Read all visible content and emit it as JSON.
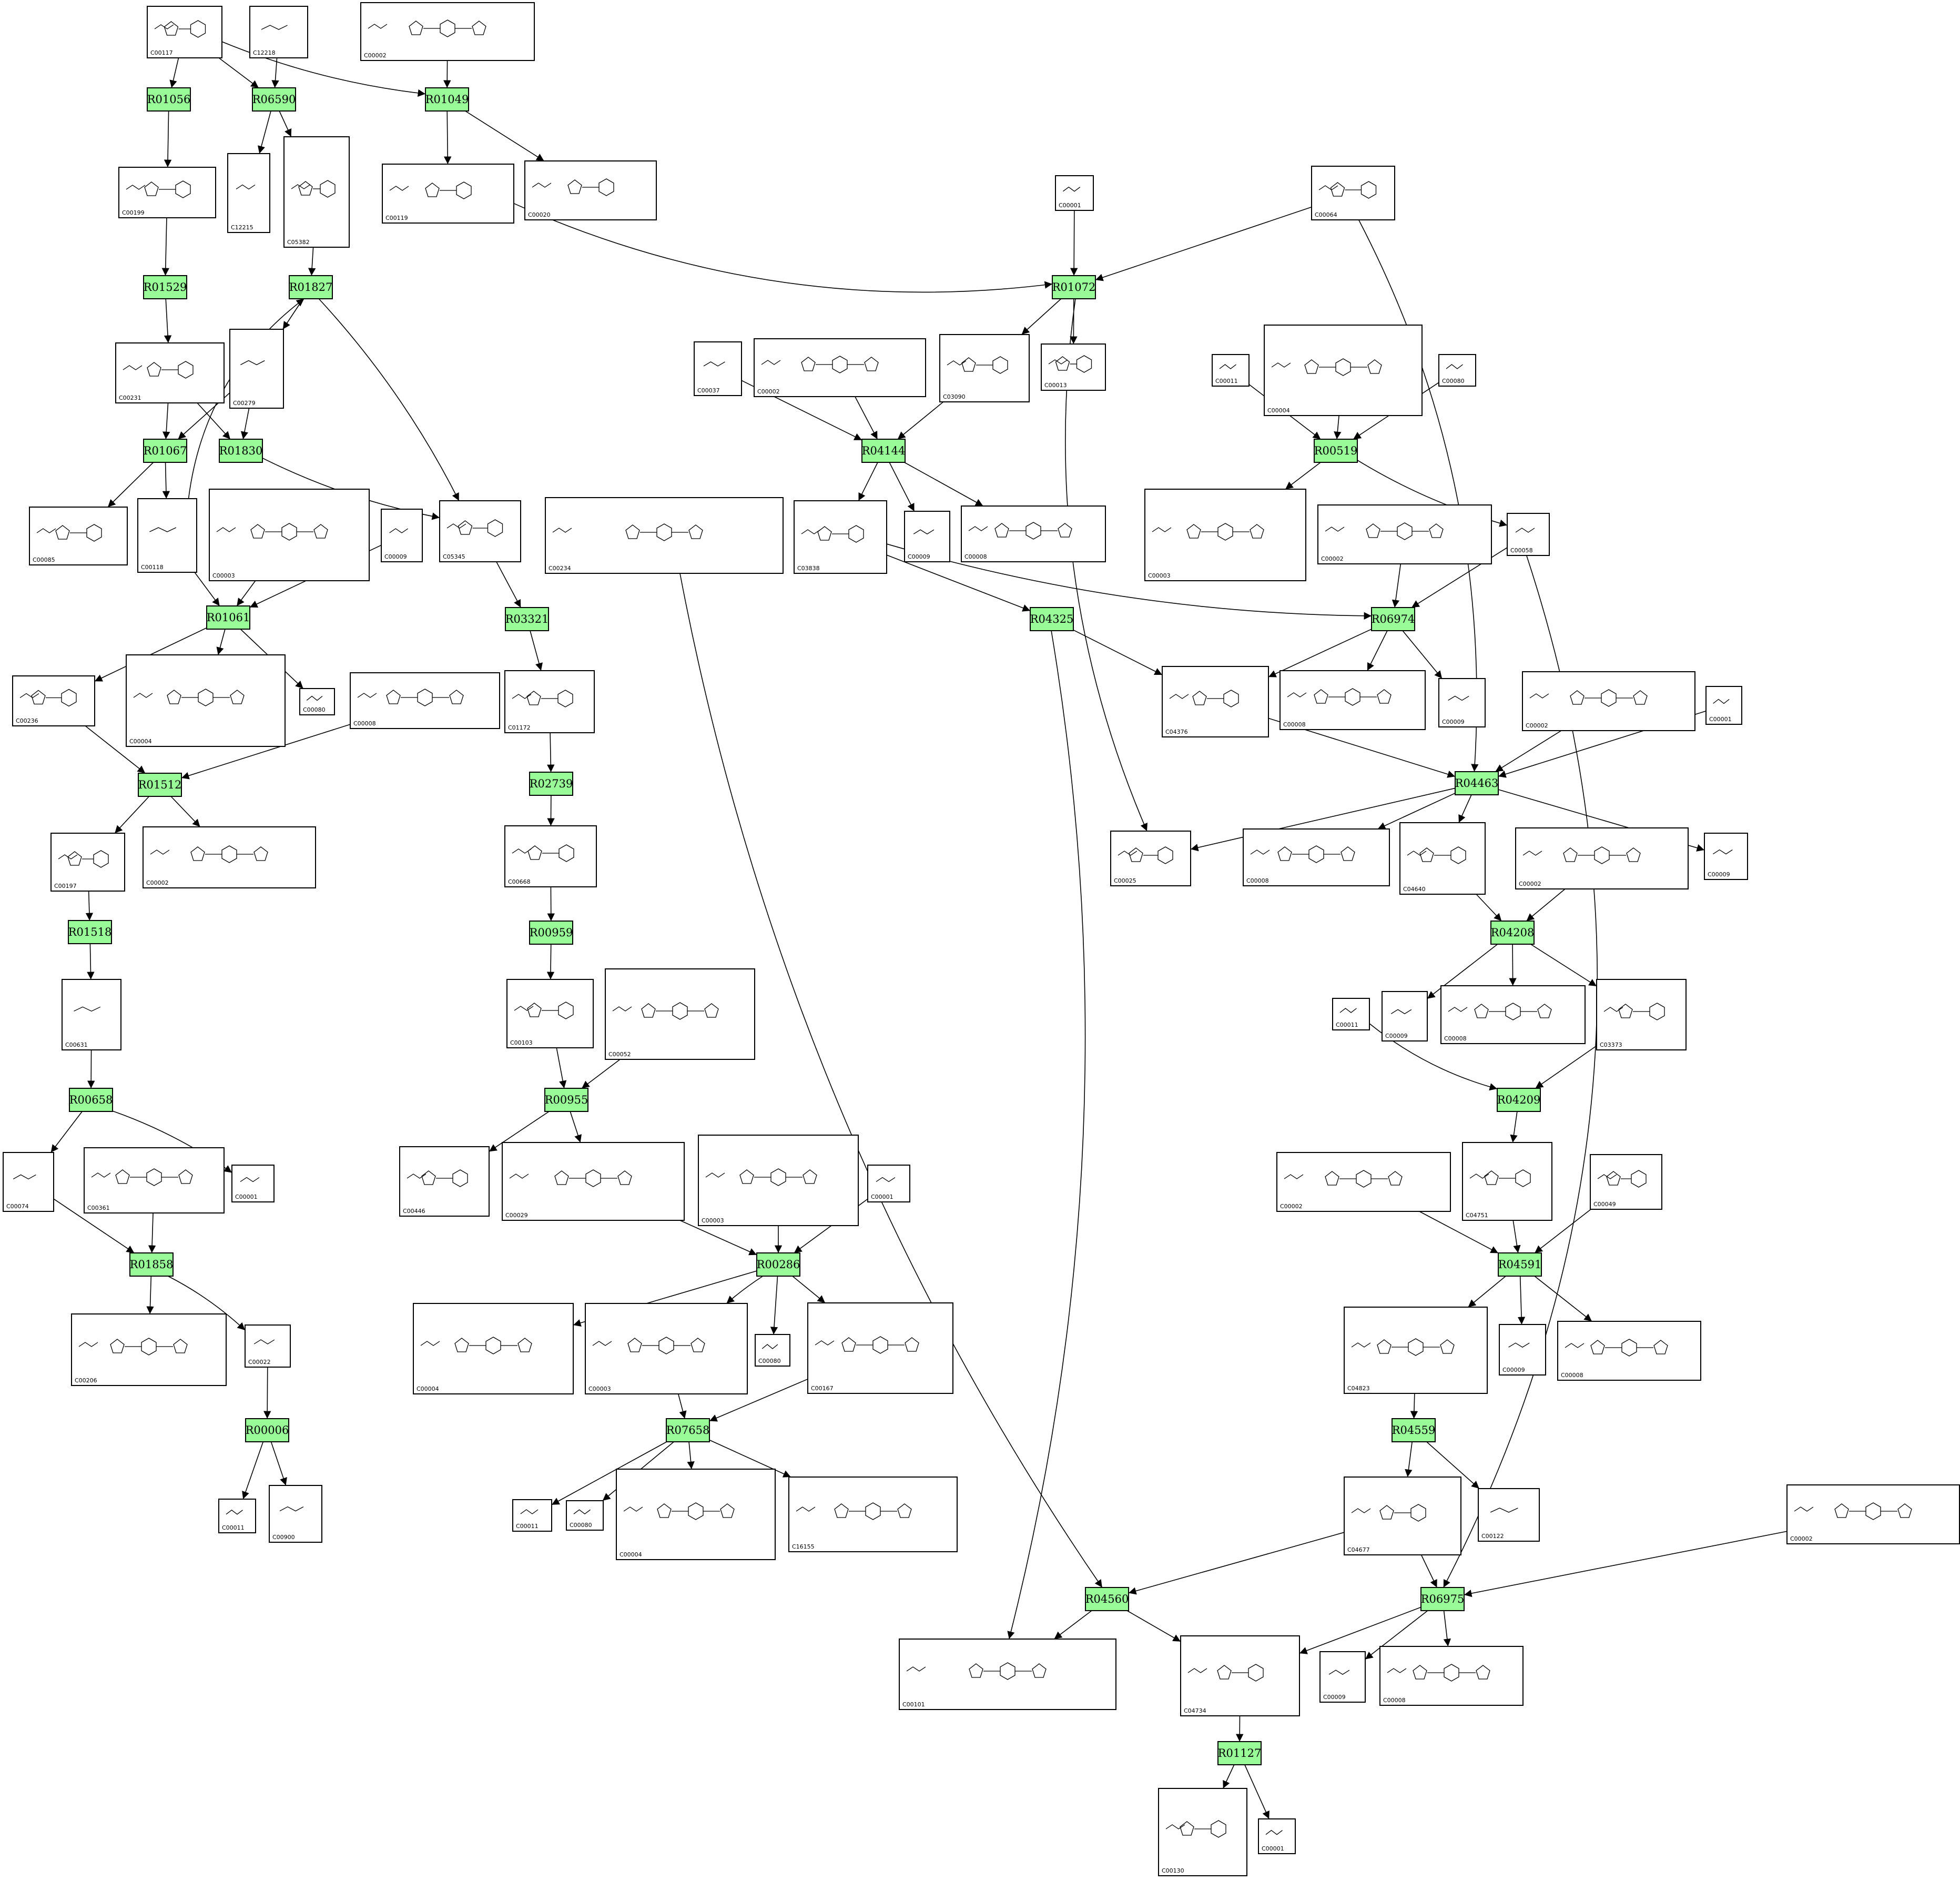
{
  "diagram": {
    "type": "metabolic-pathway-graph",
    "colors": {
      "reaction_fill": "#98fb98",
      "compound_fill": "#ffffff",
      "stroke": "#000000"
    }
  },
  "compounds": {
    "c117": "C00117",
    "c12218": "C12218",
    "c02a": "C00002",
    "c199": "C00199",
    "c12215": "C12215",
    "c5382": "C05382",
    "c119": "C00119",
    "c20": "C00020",
    "c01a": "C00001",
    "c64": "C00064",
    "c231": "C00231",
    "c279": "C00279",
    "c37": "C00037",
    "c02b": "C00002",
    "c3090": "C03090",
    "c13": "C00013",
    "c11a": "C00011",
    "c04a": "C00004",
    "c80a": "C00080",
    "c85": "C00085",
    "c118": "C00118",
    "c03a": "C00003",
    "c09a": "C00009",
    "c5345": "C05345",
    "c234": "C00234",
    "c3838": "C03838",
    "c09b": "C00009",
    "c08a": "C00008",
    "c03b": "C00003",
    "c02c": "C00002",
    "c58": "C00058",
    "c236": "C00236",
    "c04b": "C00004",
    "c80b": "C00080",
    "c08b": "C00008",
    "c1172": "C01172",
    "c4376": "C04376",
    "c08c": "C00008",
    "c09c": "C00009",
    "c02d": "C00002",
    "c01b": "C00001",
    "c197": "C00197",
    "c02e": "C00002",
    "c668": "C00668",
    "c25": "C00025",
    "c08d": "C00008",
    "c4640": "C04640",
    "c02f": "C00002",
    "c09d": "C00009",
    "c631": "C00631",
    "c103": "C00103",
    "c52": "C00052",
    "c11b": "C00011",
    "c09e": "C00009",
    "c08e": "C00008",
    "c3373": "C03373",
    "c74": "C00074",
    "c361": "C00361",
    "c01c": "C00001",
    "c446": "C00446",
    "c29": "C00029",
    "c03c": "C00003",
    "c01d": "C00001",
    "c02g": "C00002",
    "c4751": "C04751",
    "c49": "C00049",
    "c206": "C00206",
    "c22": "C00022",
    "c04c": "C00004",
    "c03d": "C00003",
    "c80c": "C00080",
    "c167": "C00167",
    "c4823": "C04823",
    "c09f": "C00009",
    "c08f": "C00008",
    "c11c": "C00011",
    "c900": "C00900",
    "c11d": "C00011",
    "c80d": "C00080",
    "c04d": "C00004",
    "c16155": "C16155",
    "c4677": "C04677",
    "c122": "C00122",
    "c02h": "C00002",
    "c101": "C00101",
    "c4734": "C04734",
    "c09g": "C00009",
    "c08g": "C00008",
    "c130": "C00130",
    "c01e": "C00001"
  },
  "reactions": {
    "r01056": "R01056",
    "r06590": "R06590",
    "r01049": "R01049",
    "r01529": "R01529",
    "r01827": "R01827",
    "r01072": "R01072",
    "r01067": "R01067",
    "r01830": "R01830",
    "r04144": "R04144",
    "r00519": "R00519",
    "r01061": "R01061",
    "r03321": "R03321",
    "r04325": "R04325",
    "r06974": "R06974",
    "r01512": "R01512",
    "r02739": "R02739",
    "r04463": "R04463",
    "r01518": "R01518",
    "r00959": "R00959",
    "r04208": "R04208",
    "r00658": "R00658",
    "r00955": "R00955",
    "r04209": "R04209",
    "r01858": "R01858",
    "r00286": "R00286",
    "r04591": "R04591",
    "r00006": "R00006",
    "r07658": "R07658",
    "r04559": "R04559",
    "r04560": "R04560",
    "r06975": "R06975",
    "r01127": "R01127"
  }
}
